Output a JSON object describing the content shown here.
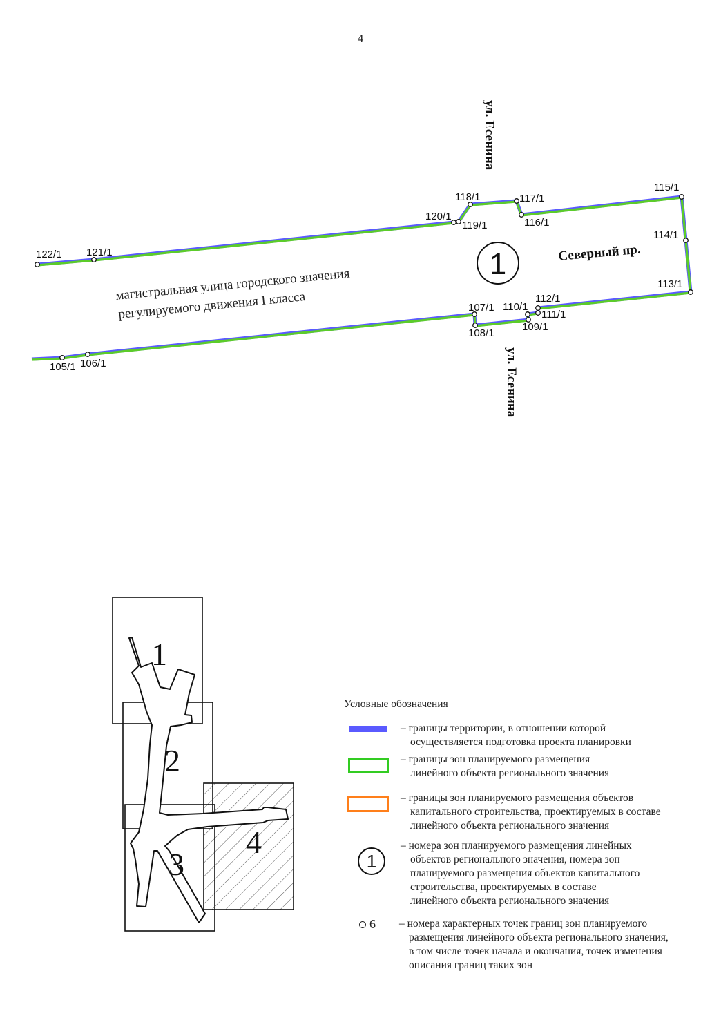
{
  "page_number": "4",
  "map": {
    "zone_number": "1",
    "streets": {
      "esenina_top": "ул. Есенина",
      "esenina_bottom": "ул. Есенина",
      "severny": "Северный пр."
    },
    "road_label": [
      "магистральная  улица городского значения",
      "регулируемого движения I класса"
    ],
    "points": [
      "122/1",
      "121/1",
      "120/1",
      "119/1",
      "118/1",
      "117/1",
      "116/1",
      "115/1",
      "114/1",
      "113/1",
      "112/1",
      "111/1",
      "110/1",
      "109/1",
      "108/1",
      "107/1",
      "106/1",
      "105/1"
    ],
    "colors": {
      "territory_boundary": "#5a5aff",
      "zone_boundary": "#5ccc2a",
      "capital_zone_boundary": "#ff7f1a"
    }
  },
  "inset": {
    "sheets": [
      "1",
      "2",
      "3",
      "4"
    ],
    "current_sheet": "4"
  },
  "legend": {
    "title": "Условные обозначения",
    "items": [
      {
        "symbol": "blue-line",
        "lines": [
          "– границы территории, в отношении которой",
          "осуществляется подготовка проекта планировки"
        ]
      },
      {
        "symbol": "green-rect",
        "lines": [
          "– границы зон планируемого размещения",
          "линейного объекта регионального значения"
        ]
      },
      {
        "symbol": "orange-rect",
        "lines": [
          "– границы зон планируемого размещения объектов",
          "капитального строительства, проектируемых в составе",
          "линейного  объекта регионального значения"
        ]
      },
      {
        "symbol": "circled-number",
        "symbol_text": "1",
        "lines": [
          "– номера зон планируемого размещения линейных",
          "объектов регионального значения, номера зон",
          "планируемого размещения объектов капитального",
          "строительства, проектируемых в составе",
          "линейного  объекта регионального значения"
        ]
      },
      {
        "symbol": "point-marker",
        "symbol_text": "6",
        "lines": [
          "– номера характерных точек границ зон планируемого",
          "размещения линейного объекта регионального значения,",
          "в том числе точек начала и окончания, точек изменения",
          "описания границ таких зон"
        ]
      }
    ]
  }
}
